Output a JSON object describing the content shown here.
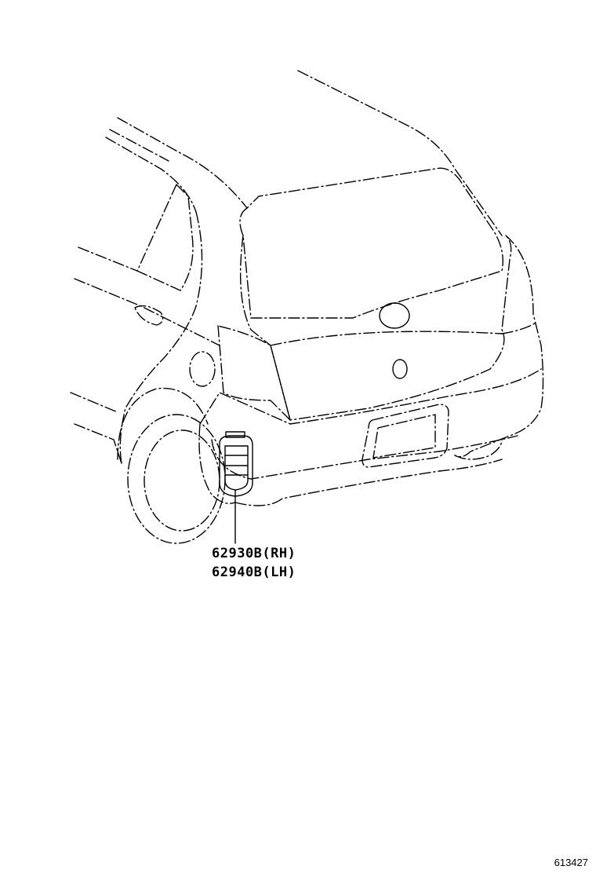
{
  "callouts": [
    {
      "part_number": "62930B(RH)"
    },
    {
      "part_number": "62940B(LH)"
    }
  ],
  "diagram_id": "613427"
}
